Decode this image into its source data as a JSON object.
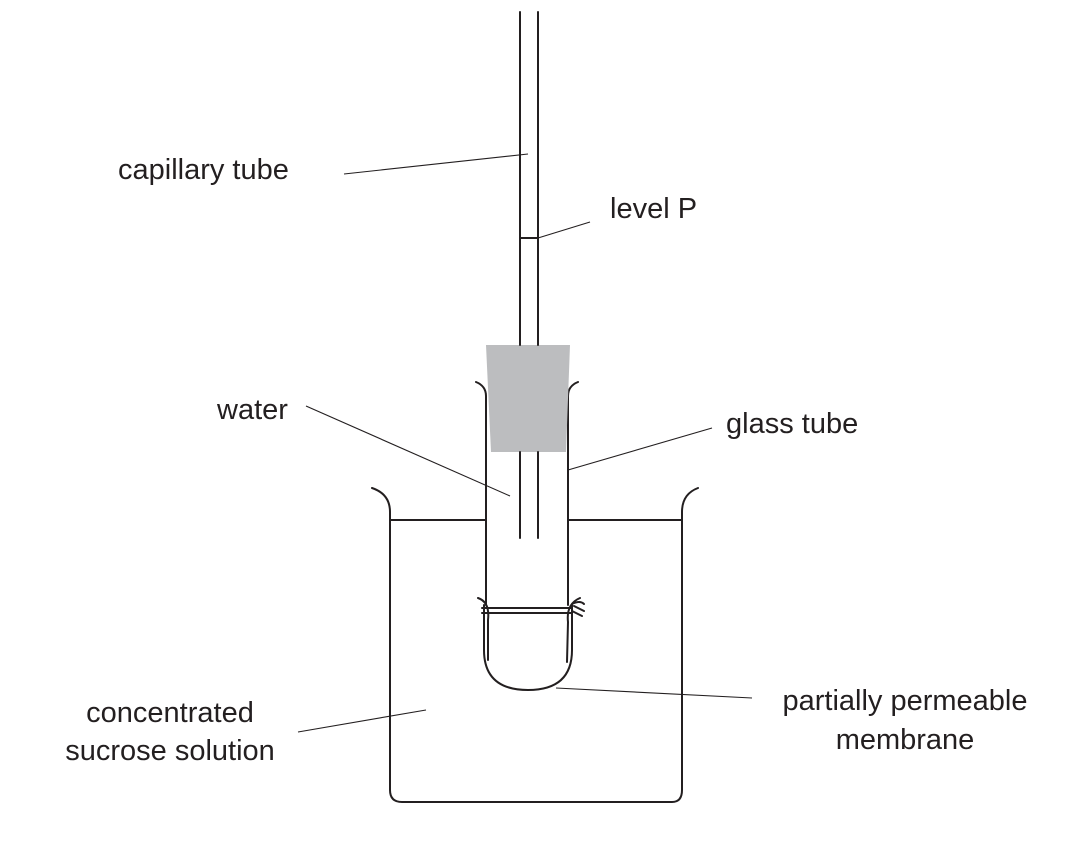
{
  "labels": {
    "capillary_tube": "capillary tube",
    "level_p": "level P",
    "water": "water",
    "glass_tube": "glass tube",
    "sucrose_line1": "concentrated",
    "sucrose_line2": "sucrose solution",
    "membrane_line1": "partially permeable",
    "membrane_line2": "membrane"
  },
  "colors": {
    "line": "#231f20",
    "stopper": "#bcbdbf",
    "background": "#ffffff"
  }
}
